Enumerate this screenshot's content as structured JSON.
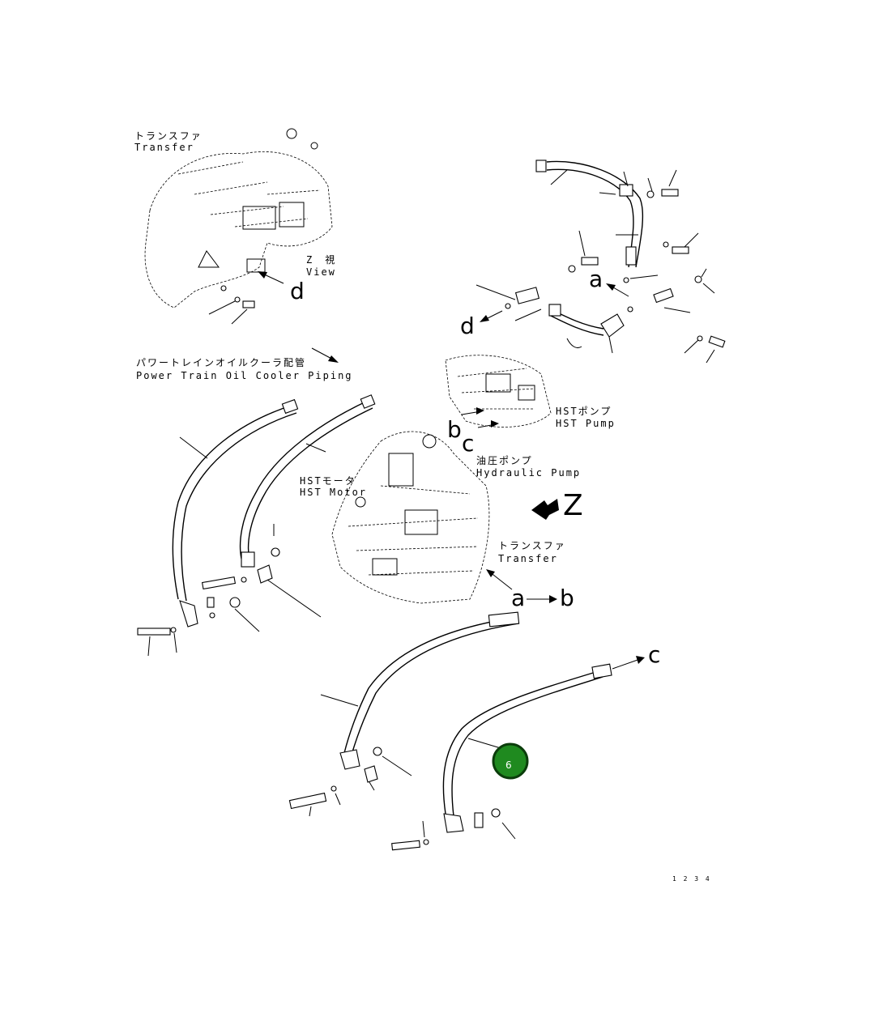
{
  "labels": {
    "transfer_top_jp": "トランスファ",
    "transfer_top_en": "Transfer",
    "z_view_jp": "Z　視",
    "z_view_en": "View",
    "ptoc_jp": "パワートレインオイルクーラ配管",
    "ptoc_en": "Power Train Oil Cooler Piping",
    "hst_pump_jp": "HSTポンプ",
    "hst_pump_en": "HST Pump",
    "hyd_pump_jp": "油圧ポンプ",
    "hyd_pump_en": "Hydraulic Pump",
    "hst_motor_jp": "HSTモータ",
    "hst_motor_en": "HST Motor",
    "transfer_mid_jp": "トランスファ",
    "transfer_mid_en": "Transfer",
    "letter_a_top": "a",
    "letter_d_top": "d",
    "letter_d_right": "d",
    "letter_b_mid": "b",
    "letter_c_mid": "c",
    "letter_z": "Z",
    "letter_a_bottom": "a",
    "letter_b_bottom": "b",
    "letter_c_bottom": "c",
    "figure_code": "1 2 3 4"
  },
  "callout": {
    "number": "6",
    "color": "#1f8a1f"
  }
}
